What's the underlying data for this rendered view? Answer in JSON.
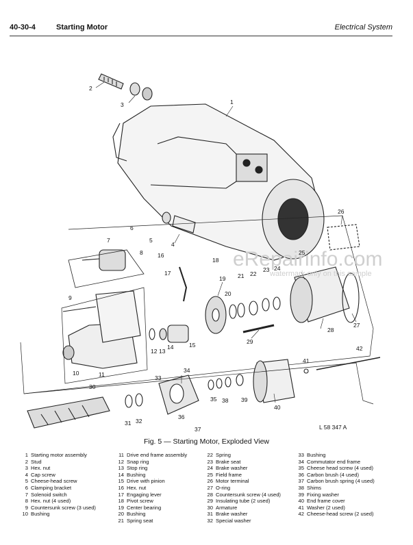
{
  "header": {
    "page_number": "40-30-4",
    "section": "Starting Motor",
    "system": "Electrical System"
  },
  "diagram": {
    "callouts": [
      "1",
      "2",
      "3",
      "4",
      "5",
      "6",
      "7",
      "8",
      "9",
      "10",
      "11",
      "12",
      "13",
      "14",
      "15",
      "16",
      "17",
      "18",
      "19",
      "20",
      "21",
      "22",
      "23",
      "24",
      "25",
      "26",
      "27",
      "28",
      "29",
      "30",
      "31",
      "32",
      "33",
      "34",
      "35",
      "36",
      "37",
      "38",
      "39",
      "40",
      "41",
      "42"
    ],
    "reference_code": "L 58 347 A"
  },
  "watermark": {
    "text": "eRepairinfo.com",
    "note": "watermark only on this sample"
  },
  "caption": "Fig. 5 — Starting Motor, Exploded View",
  "legend": {
    "col1": [
      {
        "num": "1",
        "label": "Starting motor assembly"
      },
      {
        "num": "2",
        "label": "Stud"
      },
      {
        "num": "3",
        "label": "Hex. nut"
      },
      {
        "num": "4",
        "label": "Cap screw"
      },
      {
        "num": "5",
        "label": "Cheese-head screw"
      },
      {
        "num": "6",
        "label": "Clamping bracket"
      },
      {
        "num": "7",
        "label": "Solenoid switch"
      },
      {
        "num": "8",
        "label": "Hex. nut (4 used)"
      },
      {
        "num": "9",
        "label": "Countersunk screw (3 used)"
      },
      {
        "num": "10",
        "label": "Bushing"
      }
    ],
    "col2": [
      {
        "num": "11",
        "label": "Drive end frame assembly"
      },
      {
        "num": "12",
        "label": "Snap ring"
      },
      {
        "num": "13",
        "label": "Stop ring"
      },
      {
        "num": "14",
        "label": "Bushing"
      },
      {
        "num": "15",
        "label": "Drive with pinion"
      },
      {
        "num": "16",
        "label": "Hex. nut"
      },
      {
        "num": "17",
        "label": "Engaging lever"
      },
      {
        "num": "18",
        "label": "Pivot screw"
      },
      {
        "num": "19",
        "label": "Center bearing"
      },
      {
        "num": "20",
        "label": "Bushing"
      },
      {
        "num": "21",
        "label": "Spring seat"
      }
    ],
    "col3": [
      {
        "num": "22",
        "label": "Spring"
      },
      {
        "num": "23",
        "label": "Brake seat"
      },
      {
        "num": "24",
        "label": "Brake washer"
      },
      {
        "num": "25",
        "label": "Field frame"
      },
      {
        "num": "26",
        "label": "Motor terminal"
      },
      {
        "num": "27",
        "label": "O-ring"
      },
      {
        "num": "28",
        "label": "Countersunk screw (4 used)"
      },
      {
        "num": "29",
        "label": "Insulating tube (2 used)"
      },
      {
        "num": "30",
        "label": "Armature"
      },
      {
        "num": "31",
        "label": "Brake washer"
      },
      {
        "num": "32",
        "label": "Special washer"
      }
    ],
    "col4": [
      {
        "num": "33",
        "label": "Bushing"
      },
      {
        "num": "34",
        "label": "Commutator end frame"
      },
      {
        "num": "35",
        "label": "Cheese head screw (4 used)"
      },
      {
        "num": "36",
        "label": "Carbon brush (4 used)"
      },
      {
        "num": "37",
        "label": "Carbon brush spring (4 used)"
      },
      {
        "num": "38",
        "label": "Shims"
      },
      {
        "num": "39",
        "label": "Fixing washer"
      },
      {
        "num": "40",
        "label": "End frame cover"
      },
      {
        "num": "41",
        "label": "Washer (2 used)"
      },
      {
        "num": "42",
        "label": "Cheese-head screw (2 used)"
      }
    ]
  }
}
